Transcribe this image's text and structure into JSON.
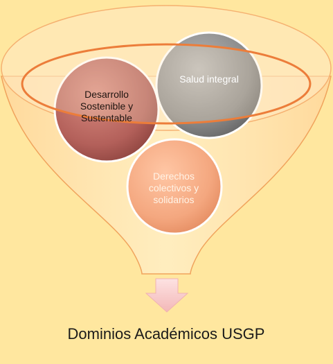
{
  "diagram": {
    "circles": [
      {
        "id": "desarrollo",
        "label": "Desarrollo Sostenible y Sustentable"
      },
      {
        "id": "salud",
        "label": "Salud integral"
      },
      {
        "id": "derechos",
        "label": "Derechos colectivos y solidarios"
      }
    ],
    "caption": "Dominios Académicos USGP"
  },
  "colors": {
    "background": "#ffe79f",
    "funnel_fill": "#ffe2a8",
    "funnel_stroke": "#f0a35c",
    "rim_stroke": "#ec7d3a",
    "circle_desarrollo": "#b3605a",
    "circle_salud": "#8a8a8a",
    "circle_derechos": "#f4a77f",
    "arrow": "#f7c5c5"
  }
}
